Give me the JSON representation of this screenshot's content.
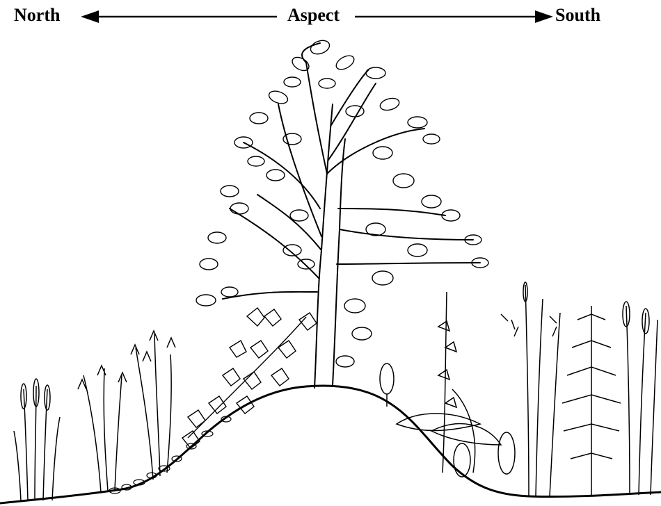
{
  "header": {
    "left_label": "North",
    "center_label": "Aspect",
    "right_label": "South"
  },
  "colors": {
    "ink": "#000000",
    "background": "#ffffff"
  }
}
